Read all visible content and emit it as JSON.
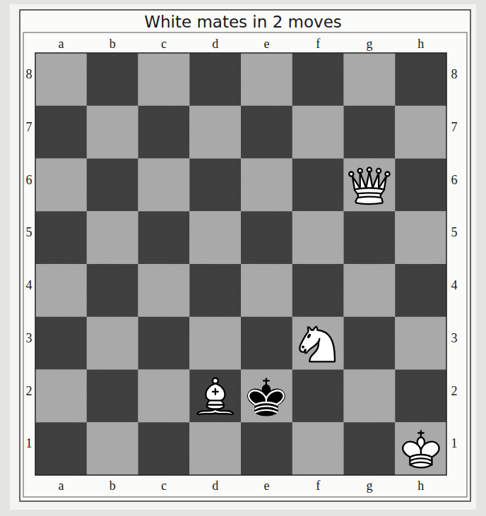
{
  "diagram": {
    "title": "White mates in 2 moves",
    "labels": [
      "a",
      "b",
      "c",
      "d",
      "e",
      "f",
      "g",
      "h",
      "8",
      "8",
      "7",
      "7",
      "6",
      "6",
      "5",
      "5",
      "4",
      "4",
      "3",
      "3",
      "2",
      "2",
      "1",
      "1",
      "a",
      "b",
      "c",
      "d",
      "e",
      "f",
      "g",
      "h"
    ]
  }
}
